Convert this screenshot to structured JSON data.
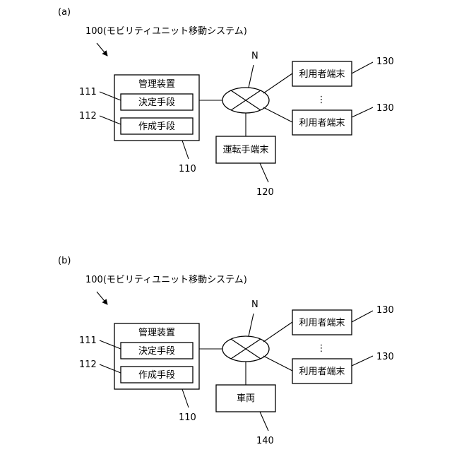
{
  "diagram_a": {
    "panel_label": "(a)",
    "system_label": "100(モビリティユニット移動システム)",
    "network_label": "N",
    "management": {
      "title": "管理装置",
      "ref": "110"
    },
    "decision": {
      "label": "決定手段",
      "ref": "111"
    },
    "creation": {
      "label": "作成手段",
      "ref": "112"
    },
    "terminal_top": {
      "label": "利用者端末",
      "ref": "130"
    },
    "terminal_bottom": {
      "label": "利用者端末",
      "ref": "130"
    },
    "ellipsis": "⋮",
    "lower_device": {
      "label": "運転手端末",
      "ref": "120"
    }
  },
  "diagram_b": {
    "panel_label": "(b)",
    "system_label": "100(モビリティユニット移動システム)",
    "network_label": "N",
    "management": {
      "title": "管理装置",
      "ref": "110"
    },
    "decision": {
      "label": "決定手段",
      "ref": "111"
    },
    "creation": {
      "label": "作成手段",
      "ref": "112"
    },
    "terminal_top": {
      "label": "利用者端末",
      "ref": "130"
    },
    "terminal_bottom": {
      "label": "利用者端末",
      "ref": "130"
    },
    "ellipsis": "⋮",
    "lower_device": {
      "label": "車両",
      "ref": "140"
    }
  }
}
